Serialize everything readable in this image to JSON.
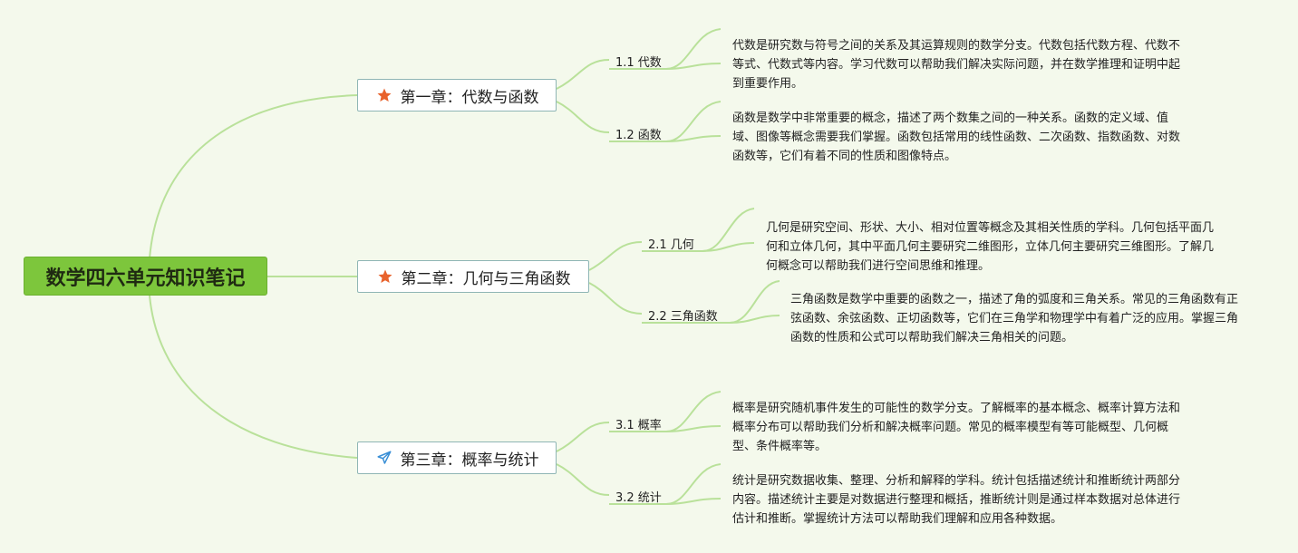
{
  "root": {
    "title": "数学四六单元知识笔记"
  },
  "chapters": [
    {
      "title": "第一章：代数与函数",
      "icon": "star-icon",
      "topics": [
        {
          "label": "1.1 代数",
          "text": "代数是研究数与符号之间的关系及其运算规则的数学分支。代数包括代数方程、代数不等式、代数式等内容。学习代数可以帮助我们解决实际问题，并在数学推理和证明中起到重要作用。"
        },
        {
          "label": "1.2 函数",
          "text": "函数是数学中非常重要的概念，描述了两个数集之间的一种关系。函数的定义域、值域、图像等概念需要我们掌握。函数包括常用的线性函数、二次函数、指数函数、对数函数等，它们有着不同的性质和图像特点。"
        }
      ]
    },
    {
      "title": "第二章：几何与三角函数",
      "icon": "star-icon",
      "topics": [
        {
          "label": "2.1 几何",
          "text": "几何是研究空间、形状、大小、相对位置等概念及其相关性质的学科。几何包括平面几何和立体几何，其中平面几何主要研究二维图形，立体几何主要研究三维图形。了解几何概念可以帮助我们进行空间思维和推理。"
        },
        {
          "label": "2.2 三角函数",
          "text": "三角函数是数学中重要的函数之一，描述了角的弧度和三角关系。常见的三角函数有正弦函数、余弦函数、正切函数等，它们在三角学和物理学中有着广泛的应用。掌握三角函数的性质和公式可以帮助我们解决三角相关的问题。"
        }
      ]
    },
    {
      "title": "第三章：概率与统计",
      "icon": "paper-plane-icon",
      "topics": [
        {
          "label": "3.1 概率",
          "text": "概率是研究随机事件发生的可能性的数学分支。了解概率的基本概念、概率计算方法和概率分布可以帮助我们分析和解决概率问题。常见的概率模型有等可能概型、几何概型、条件概率等。"
        },
        {
          "label": "3.2 统计",
          "text": "统计是研究数据收集、整理、分析和解释的学科。统计包括描述统计和推断统计两部分内容。描述统计主要是对数据进行整理和概括，推断统计则是通过样本数据对总体进行估计和推断。掌握统计方法可以帮助我们理解和应用各种数据。"
        }
      ]
    }
  ],
  "colors": {
    "link": "#b9e19a",
    "root_bg": "#7dc63c",
    "star": "#e8622c",
    "plane": "#3a8fd6"
  }
}
